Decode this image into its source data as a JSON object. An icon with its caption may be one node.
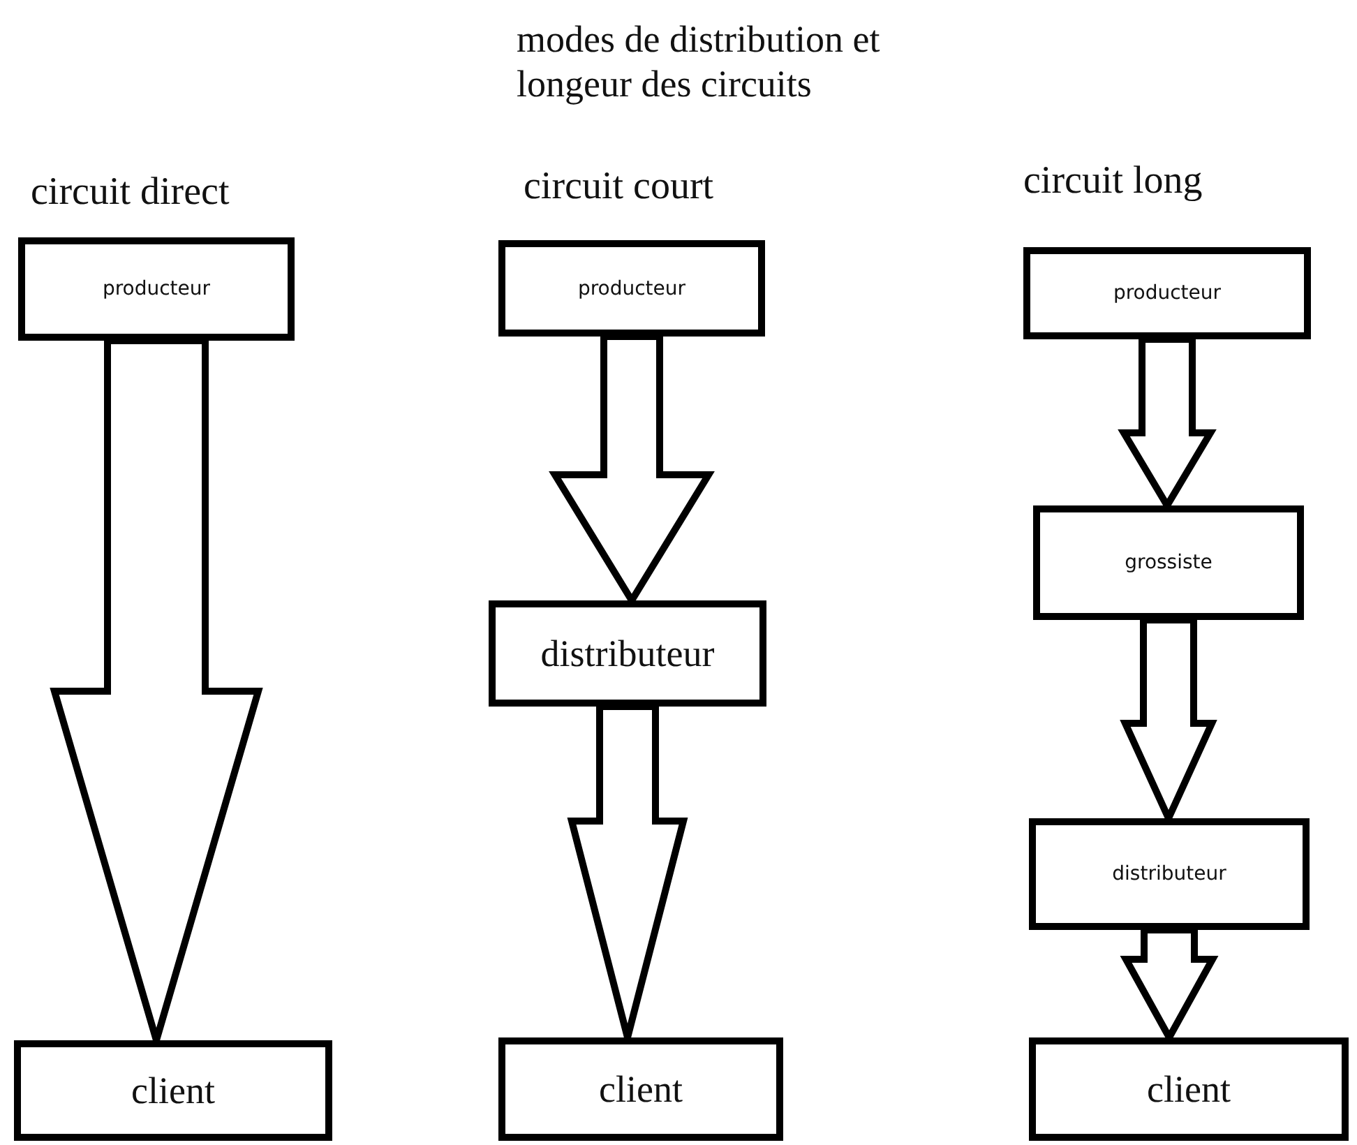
{
  "diagram": {
    "title": "modes de distribution et longeur des circuits",
    "nodes": [
      {
        "text": [
          "producteur"
        ]
      },
      {
        "text": [
          "client"
        ]
      },
      {
        "text": [
          "producteur"
        ]
      },
      {
        "text": [
          "distributeur"
        ]
      },
      {
        "text": [
          "client"
        ]
      },
      {
        "text": [
          "producteur"
        ]
      },
      {
        "text": [
          "grossiste"
        ]
      },
      {
        "text": [
          "distributeur"
        ]
      },
      {
        "text": [
          "client"
        ]
      }
    ],
    "edges": [
      {
        "from": 0,
        "to": 1,
        "arrow": "to"
      },
      {
        "from": 2,
        "to": 3,
        "arrow": "to"
      },
      {
        "from": 3,
        "to": 4,
        "arrow": "to"
      },
      {
        "from": 5,
        "to": 6,
        "arrow": "to"
      },
      {
        "from": 6,
        "to": 7,
        "arrow": "to"
      },
      {
        "from": 7,
        "to": 8,
        "arrow": "to"
      }
    ],
    "labels": [
      "circuit direct",
      "circuit court",
      "circuit long"
    ]
  }
}
